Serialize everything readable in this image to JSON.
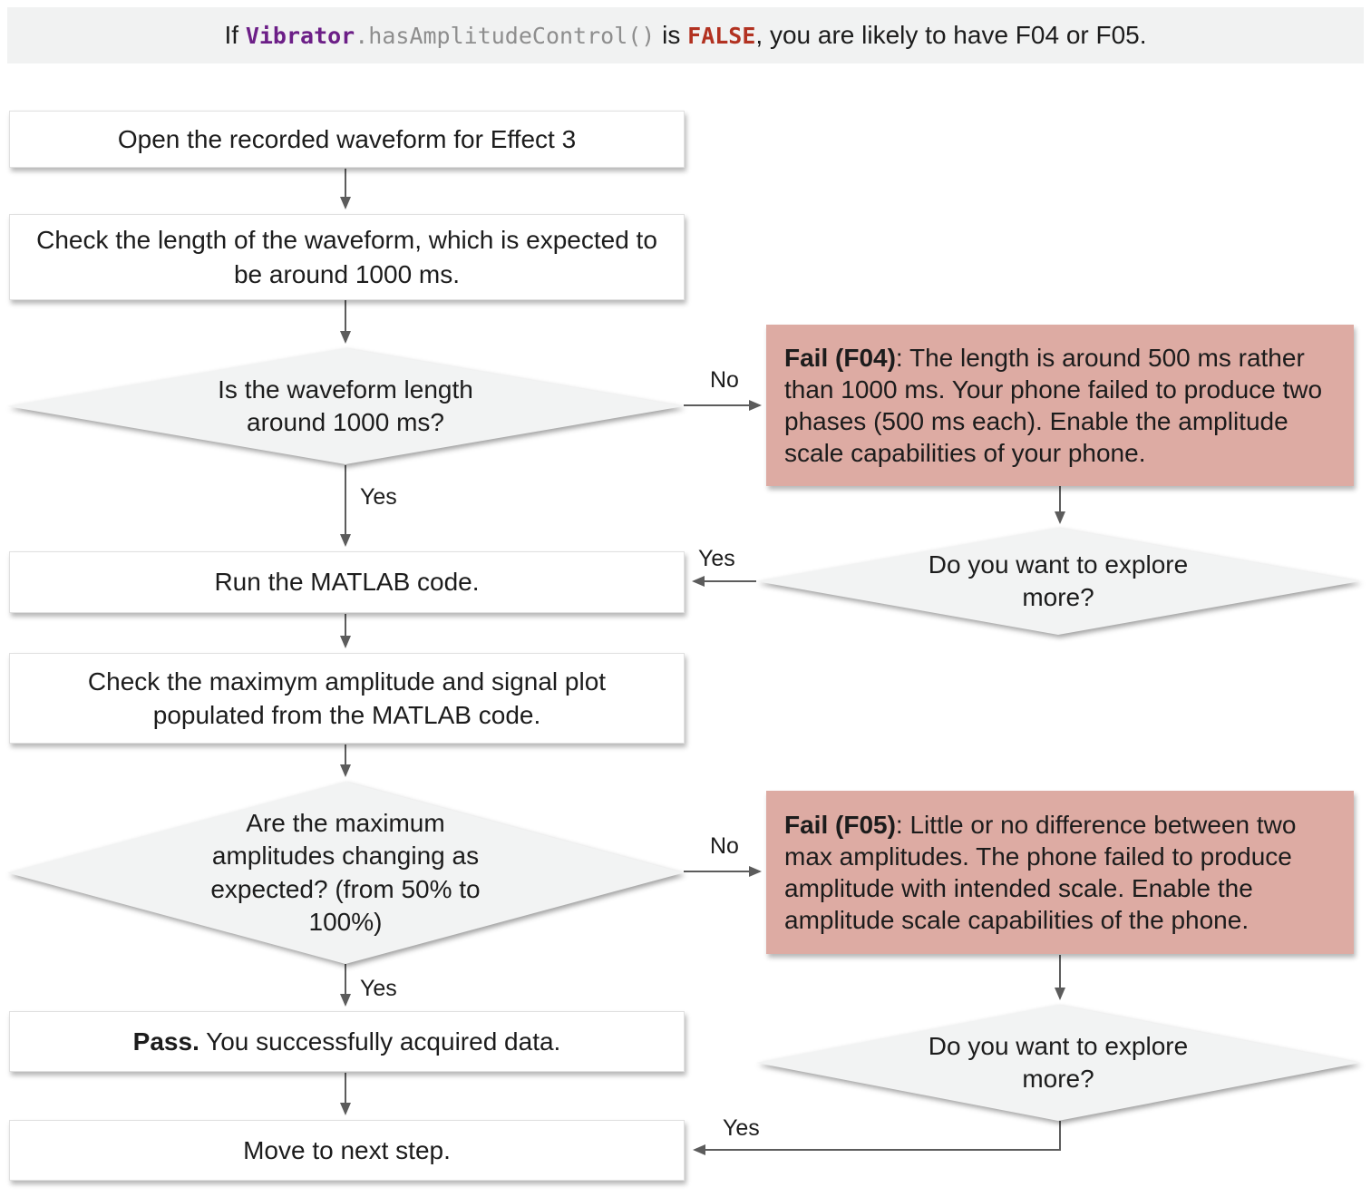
{
  "banner": {
    "prefix": "If ",
    "code_class": "Vibrator",
    "code_method": ".hasAmplitudeControl()",
    "connector": " is ",
    "code_value": "FALSE",
    "suffix": ", you are likely to have F04 or F05."
  },
  "nodes": {
    "open_waveform": {
      "text": "Open the recorded waveform for Effect 3"
    },
    "check_length": {
      "text": "Check the length of the waveform, which is expected to be around 1000 ms."
    },
    "length_question": {
      "text": "Is the waveform length around 1000 ms?"
    },
    "fail_f04": {
      "title": "Fail (F04)",
      "text": ": The length is around 500 ms rather than 1000 ms. Your phone failed to produce two phases (500 ms each). Enable the amplitude scale capabilities of your phone."
    },
    "explore_more_1": {
      "text": "Do you want to explore more?"
    },
    "run_matlab": {
      "text": "Run the MATLAB code."
    },
    "check_amplitude": {
      "text": "Check the maximym amplitude and signal plot populated from the MATLAB code."
    },
    "amplitude_question": {
      "text": "Are the maximum amplitudes changing as expected? (from 50% to 100%)"
    },
    "fail_f05": {
      "title": "Fail (F05)",
      "text": ": Little or no difference between two max amplitudes. The phone failed to produce amplitude with intended scale. Enable the amplitude scale capabilities of the phone."
    },
    "pass": {
      "title": "Pass.",
      "text": " You successfully acquired data."
    },
    "move_next": {
      "text": "Move to next step."
    }
  },
  "edge_labels": {
    "no_f04": "No",
    "yes_length": "Yes",
    "yes_explore_1": "Yes",
    "no_f05": "No",
    "yes_amplitude": "Yes",
    "yes_explore_2": "Yes"
  },
  "colors": {
    "banner_bg": "#f1f2f2",
    "box_bg": "#ffffff",
    "box_border": "#e0e0e0",
    "diamond_bg": "#f2f3f3",
    "fail_bg": "#ddaba3",
    "text": "#1c1c1c",
    "code_class": "#6c1f87",
    "code_method": "#8e8e8e",
    "code_value": "#b23221",
    "arrow": "#5c5c5c"
  }
}
